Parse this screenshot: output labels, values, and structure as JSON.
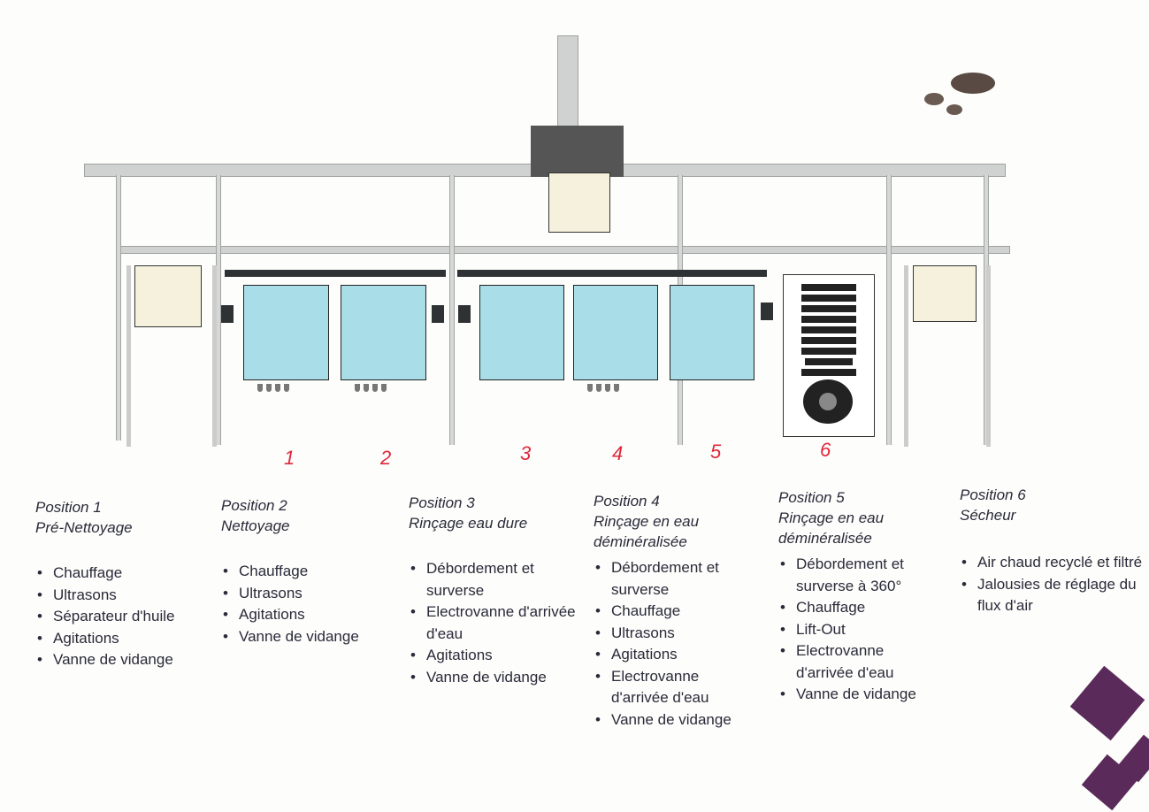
{
  "station_numbers": [
    "1",
    "2",
    "3",
    "4",
    "5",
    "6"
  ],
  "positions": [
    {
      "title": "Position 1",
      "subtitle": "Pré-Nettoyage",
      "items": [
        "Chauffage",
        "Ultrasons",
        "Séparateur d'huile",
        "Agitations",
        "Vanne de vidange"
      ]
    },
    {
      "title": "Position 2",
      "subtitle": "Nettoyage",
      "items": [
        "Chauffage",
        "Ultrasons",
        "Agitations",
        "Vanne de vidange"
      ]
    },
    {
      "title": "Position 3",
      "subtitle": "Rinçage eau dure",
      "items": [
        "Débordement et surverse",
        "Electrovanne d'arrivée d'eau",
        "Agitations",
        "Vanne de vidange"
      ]
    },
    {
      "title": "Position 4",
      "subtitle": "Rinçage en eau déminéralisée",
      "items": [
        "Débordement et surverse",
        "Chauffage",
        "Ultrasons",
        "Agitations",
        "Electrovanne d'arrivée d'eau",
        "Vanne de vidange"
      ]
    },
    {
      "title": "Position 5",
      "subtitle": "Rinçage en eau déminéralisée",
      "items": [
        "Débordement et surverse à 360°",
        "Chauffage",
        "Lift-Out",
        "Electrovanne d'arrivée d'eau",
        "Vanne de vidange"
      ]
    },
    {
      "title": "Position 6",
      "subtitle": "Sécheur",
      "items": [
        "Air chaud recyclé et filtré",
        "Jalousies de réglage du flux d'air"
      ]
    }
  ],
  "colors": {
    "tank": "#a9dde8",
    "number": "#e0283c",
    "basket": "#f5f1dc"
  }
}
